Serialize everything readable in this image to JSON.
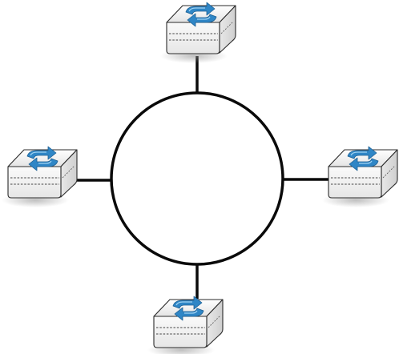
{
  "diagram": {
    "type": "ring-topology",
    "ring": {
      "stroke_color": "#0a0a0a",
      "fill_color": "#ffffff"
    },
    "links": {
      "stroke_color": "#0a0a0a"
    },
    "nodes": [
      {
        "id": "switch-top",
        "position": "top",
        "device": "network-switch",
        "icon": "switch-arrows-icon"
      },
      {
        "id": "switch-right",
        "position": "right",
        "device": "network-switch",
        "icon": "switch-arrows-icon"
      },
      {
        "id": "switch-bottom",
        "position": "bottom",
        "device": "network-switch",
        "icon": "switch-arrows-icon"
      },
      {
        "id": "switch-left",
        "position": "left",
        "device": "network-switch",
        "icon": "switch-arrows-icon"
      }
    ],
    "colors": {
      "device_body": "#f3f3f3",
      "device_shadow": "#9a9a9a",
      "icon_blue": "#2f86c6",
      "icon_light": "#9fd2f2"
    }
  }
}
